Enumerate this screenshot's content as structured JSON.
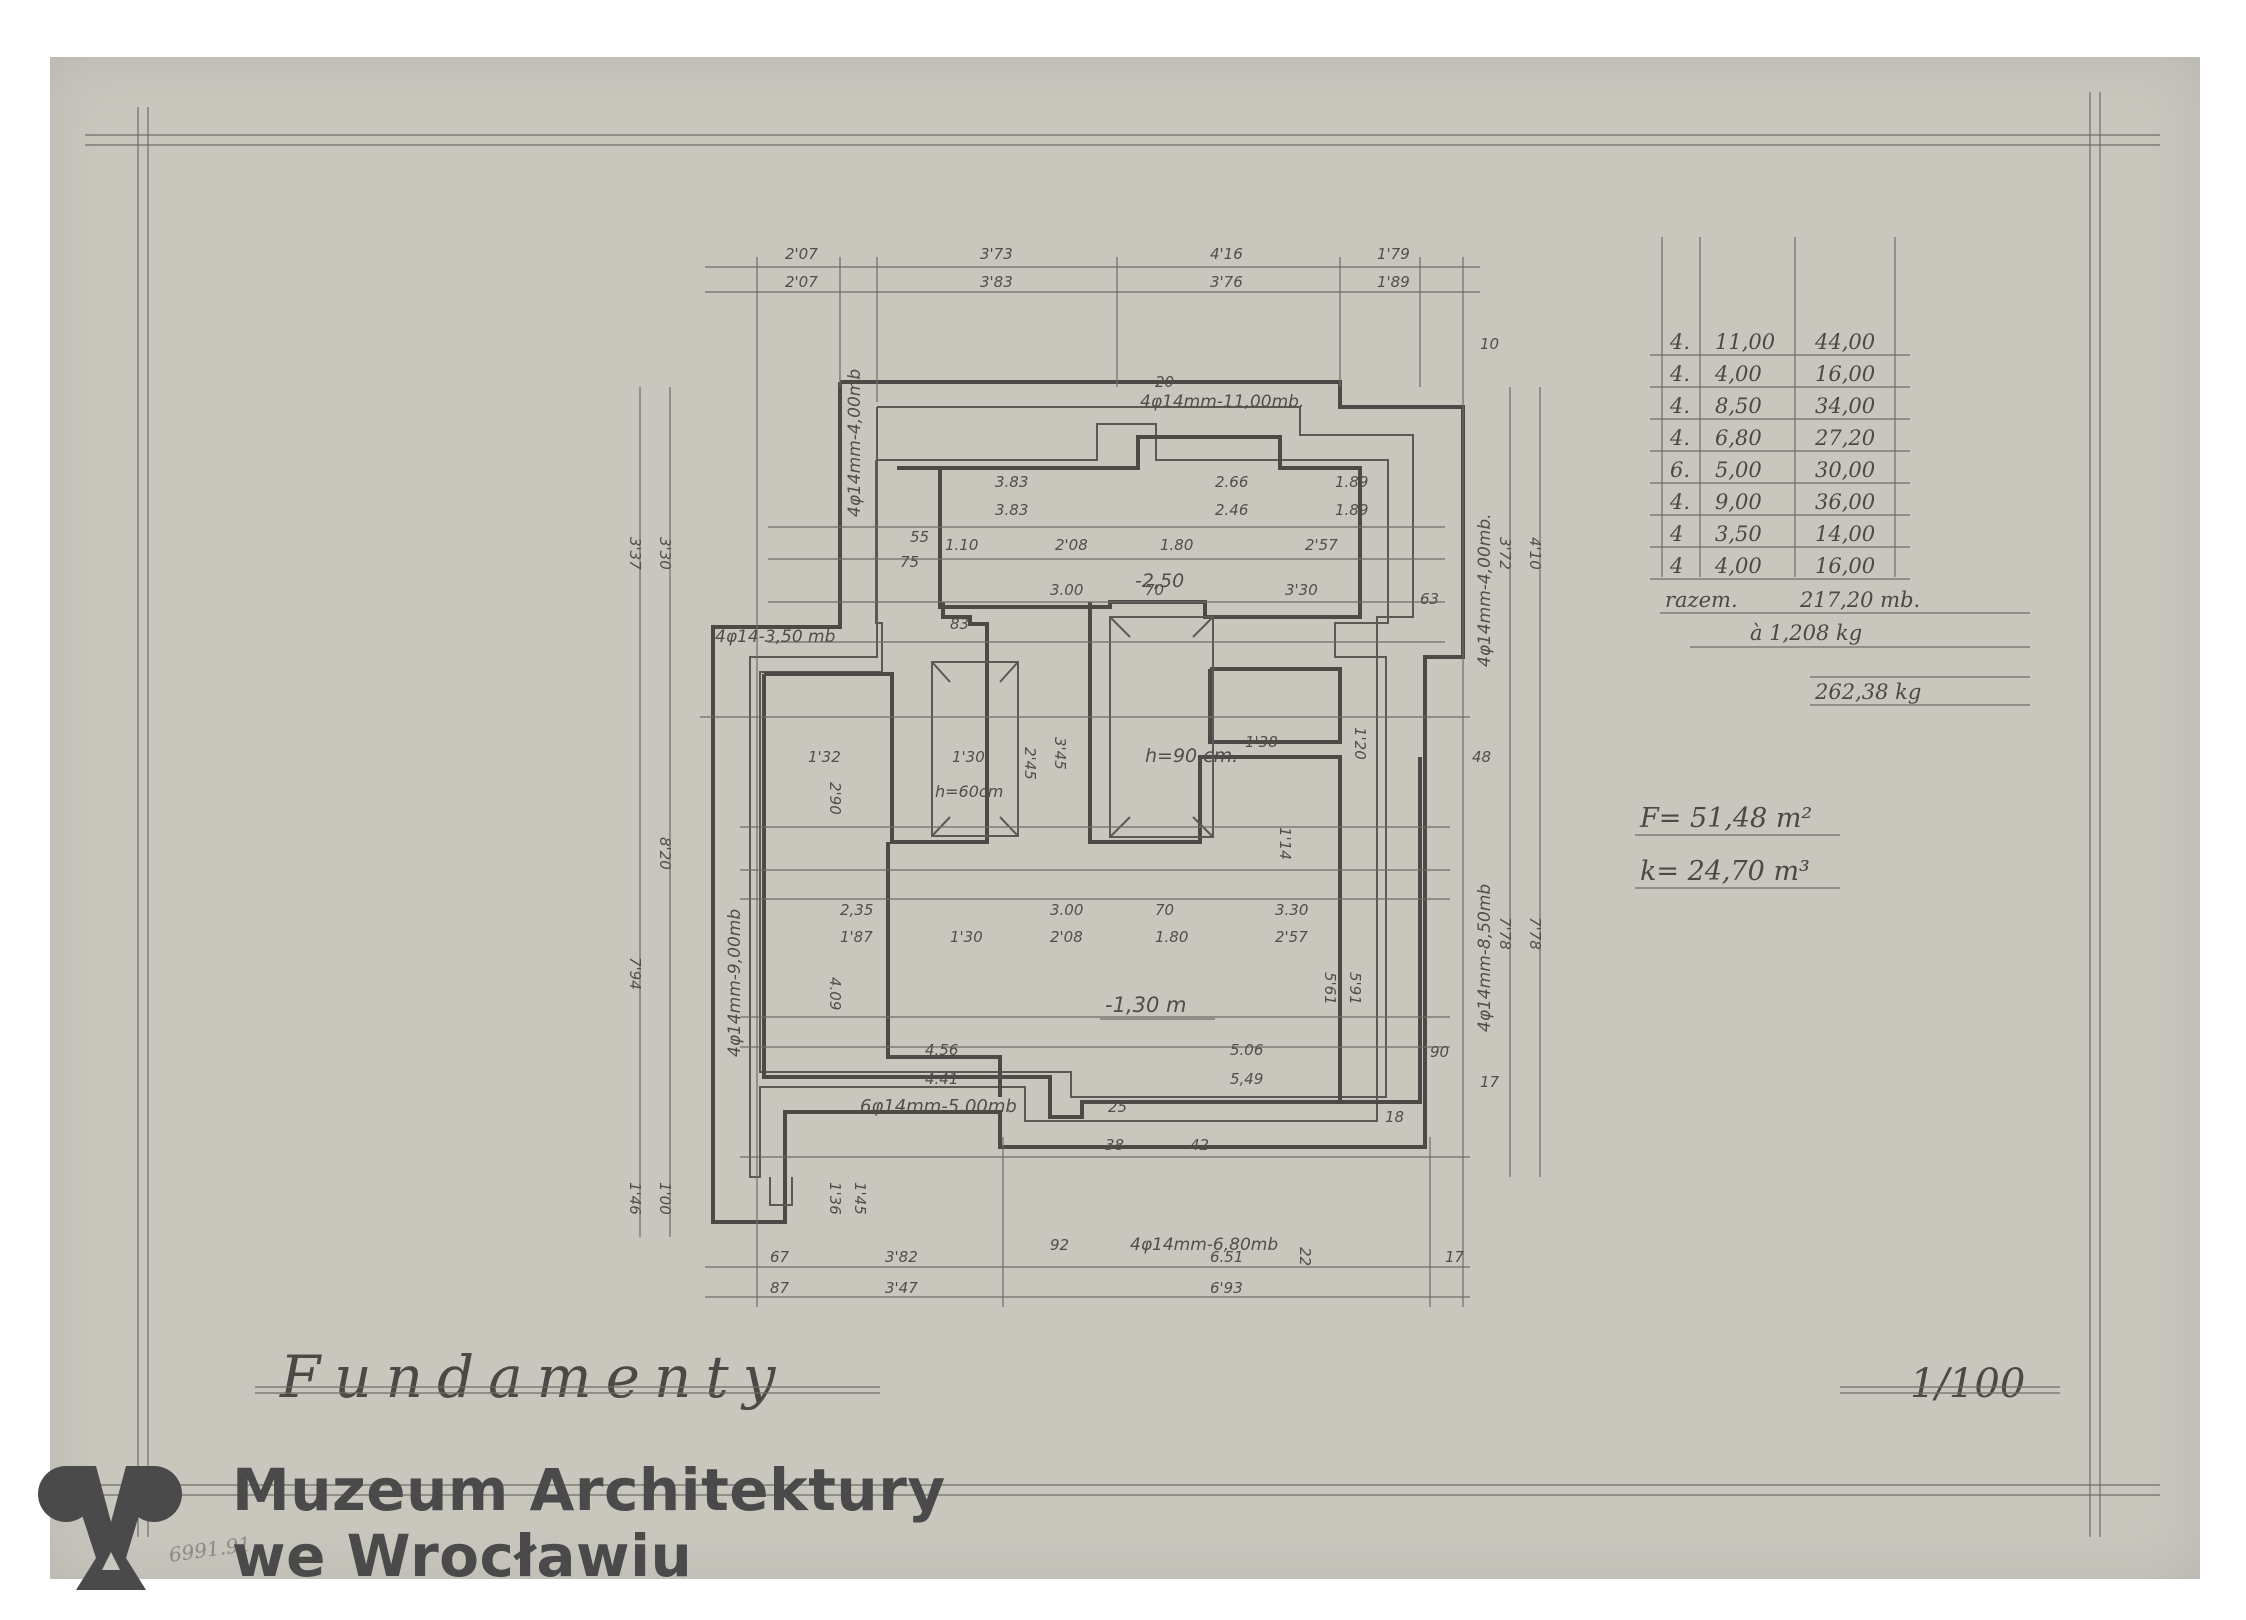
{
  "drawing": {
    "title": "Fundamenty",
    "scale": "1/100",
    "label_upper_level": "-2,50",
    "label_lower_level": "-1,30 m",
    "label_h90": "h=90 cm.",
    "label_h60": "h=60cm",
    "area_label": "F= 51,48 m²",
    "volume_label": "k= 24,70 m³",
    "rebar_labels": [
      "4φ14mm-11,00mb.",
      "4φ14mm-4,00mb",
      "4φ14-3,50 mb",
      "4φ14mm-9,00mb",
      "4φ14mm-4,00mb.",
      "4φ14mm-8,50mb",
      "6φ14mm-5,00mb",
      "4φ14mm-6,80mb"
    ],
    "top_dims_outer": [
      "2'07",
      "3'73",
      "4'16",
      "1'79"
    ],
    "top_dims_inner": [
      "2'07",
      "3'83",
      "3'76",
      "1'89"
    ],
    "bottom_dims_outer": [
      "67",
      "3'82",
      "6.51",
      "17"
    ],
    "bottom_dims_inner": [
      "87",
      "3'47",
      "6'93"
    ],
    "left_dims": [
      "3'37",
      "3'30",
      "7'94",
      "8'20",
      "1'46",
      "1'00"
    ],
    "right_dims": [
      "3'72",
      "4'10",
      "7'78",
      "7'78"
    ],
    "row1_dims": [
      "3.83",
      "2.66",
      "1.89"
    ],
    "row2_dims": [
      "3.83",
      "2.46",
      "1.89"
    ],
    "row3_dims": [
      "1.10",
      "2'08",
      "1.80",
      "2'57"
    ],
    "row4_dims": [
      "3.00",
      "70",
      "3'30"
    ],
    "row5_dims": [
      "2,35",
      "3.00",
      "70",
      "3.30"
    ],
    "row6_dims": [
      "1'87",
      "1'30",
      "2'08",
      "1.80",
      "2'57"
    ],
    "row7_dims": [
      "4.56",
      "5.06"
    ],
    "row8_dims": [
      "4.41",
      "5,49"
    ],
    "small_dims": [
      "55",
      "75",
      "90",
      "48",
      "17",
      "20",
      "10",
      "83",
      "63",
      "1'32",
      "1'30",
      "2'45",
      "3'45",
      "1'38",
      "1'20",
      "2'90",
      "1'14",
      "4.09",
      "5'61",
      "5'91",
      "25",
      "42",
      "38",
      "92",
      "1'36",
      "1'45",
      "22",
      "18"
    ]
  },
  "steel_table": {
    "rows": [
      {
        "count": "4.",
        "length": "11,00",
        "total": "44,00"
      },
      {
        "count": "4.",
        "length": "4,00",
        "total": "16,00"
      },
      {
        "count": "4.",
        "length": "8,50",
        "total": "34,00"
      },
      {
        "count": "4.",
        "length": "6,80",
        "total": "27,20"
      },
      {
        "count": "6.",
        "length": "5,00",
        "total": "30,00"
      },
      {
        "count": "4.",
        "length": "9,00",
        "total": "36,00"
      },
      {
        "count": "4",
        "length": "3,50",
        "total": "14,00"
      },
      {
        "count": "4",
        "length": "4,00",
        "total": "16,00"
      }
    ],
    "sum_label": "razem.",
    "sum_value": "217,20 mb.",
    "unit_weight": "à 1,208 kg",
    "total_weight": "262,38 kg"
  },
  "logo": {
    "line1": "Muzeum Architektury",
    "line2": "we Wrocławiu",
    "stamp_text": "6991.91"
  }
}
